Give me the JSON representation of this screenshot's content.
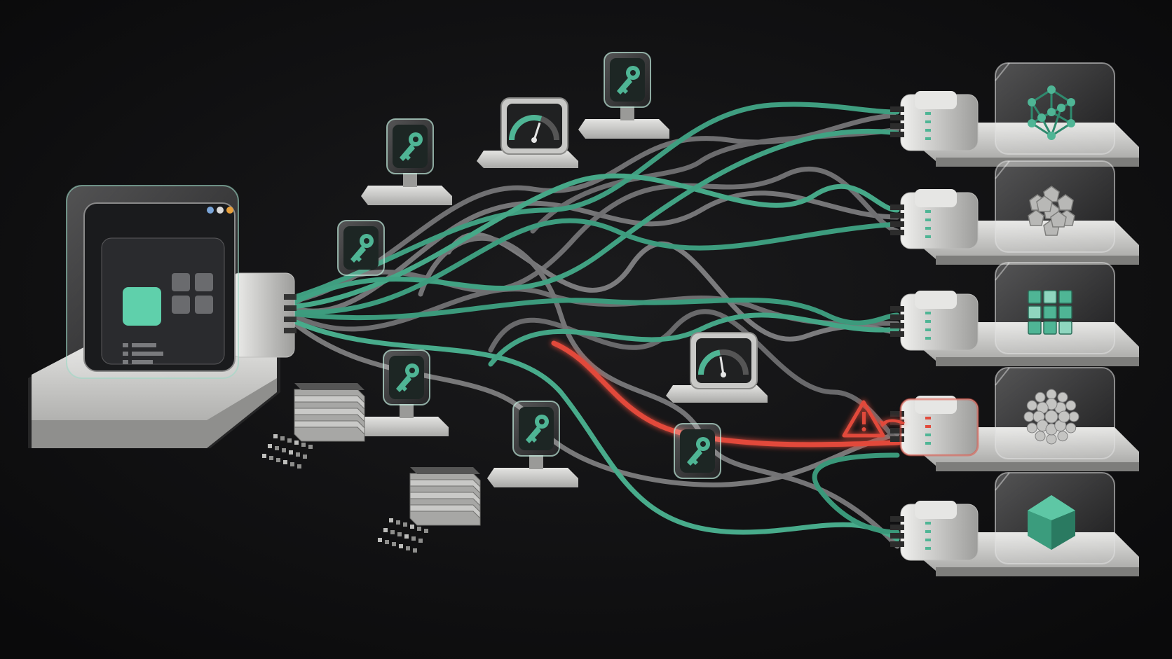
{
  "colors": {
    "background": "#0e0e0f",
    "accent_teal": "#4fb595",
    "teal_dark": "#2f8a6e",
    "cable_gray": "#7a7a7c",
    "alert_red": "#e24a3b",
    "hardware_light": "#d8d8d6",
    "hardware_shadow": "#9c9c9a"
  },
  "nodes": {
    "client_app": {
      "icon": "app-window-icon"
    },
    "backends": [
      {
        "icon": "network-graph-icon",
        "status": "ok"
      },
      {
        "icon": "gray-cluster-icon",
        "status": "ok"
      },
      {
        "icon": "cube-grid-icon",
        "status": "ok"
      },
      {
        "icon": "sphere-cluster-icon",
        "status": "alert"
      },
      {
        "icon": "icosahedron-icon",
        "status": "ok"
      }
    ],
    "credentials": [
      {
        "icon": "key-icon"
      },
      {
        "icon": "key-icon"
      },
      {
        "icon": "key-icon"
      },
      {
        "icon": "key-icon"
      },
      {
        "icon": "key-icon"
      },
      {
        "icon": "key-icon"
      }
    ],
    "gauges": [
      {
        "icon": "gauge-icon",
        "level": 0.6
      },
      {
        "icon": "gauge-icon",
        "level": 0.45
      }
    ],
    "data_stacks": [
      {
        "icon": "disk-stack-icon"
      },
      {
        "icon": "disk-stack-icon"
      }
    ],
    "alert": {
      "icon": "warning-triangle-icon"
    }
  }
}
